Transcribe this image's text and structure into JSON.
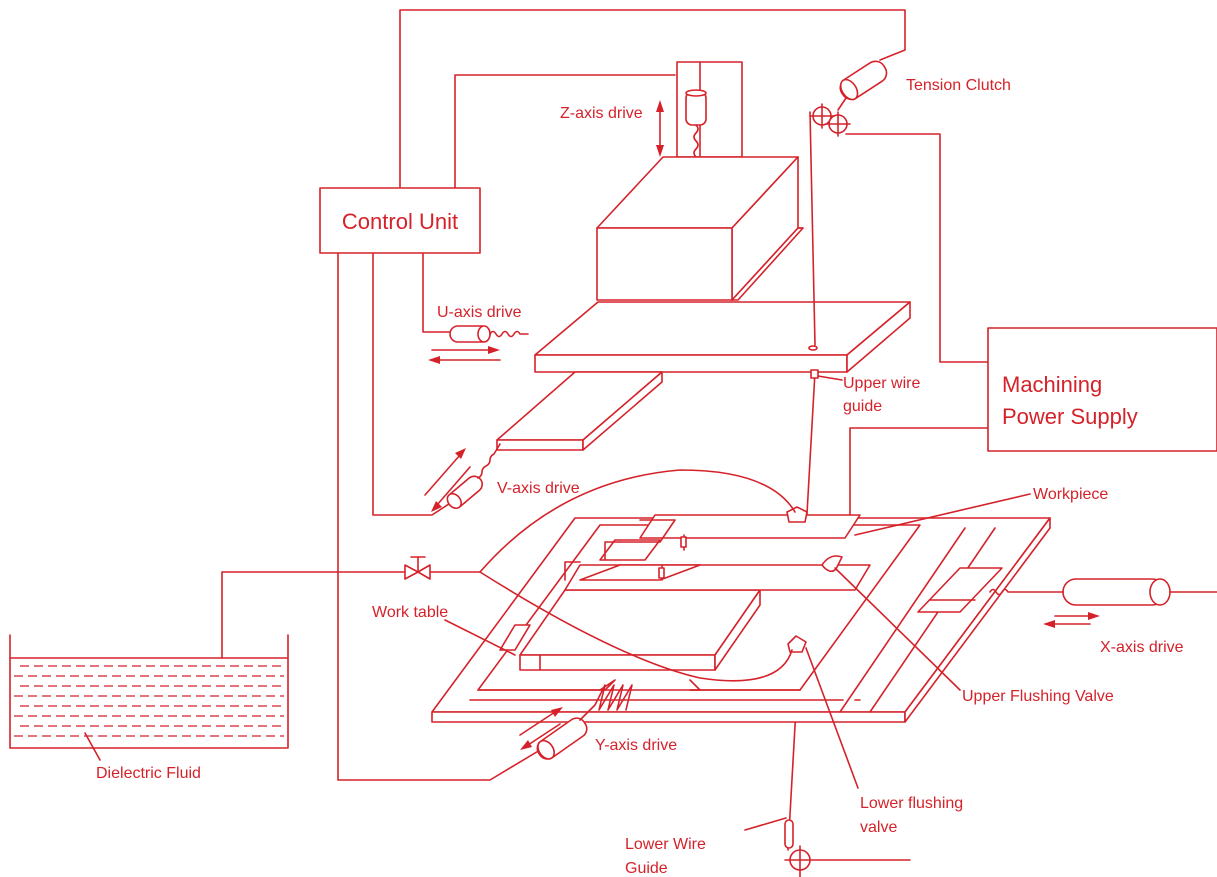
{
  "labels": {
    "tension_clutch": "Tension Clutch",
    "z_axis_drive": "Z-axis drive",
    "control_unit": "Control Unit",
    "u_axis_drive": "U-axis drive",
    "machining_power_supply_line1": "Machining",
    "machining_power_supply_line2": "Power Supply",
    "upper_wire_guide_line1": "Upper wire",
    "upper_wire_guide_line2": "guide",
    "v_axis_drive": "V-axis drive",
    "workpiece": "Workpiece",
    "work_table": "Work table",
    "x_axis_drive": "X-axis drive",
    "upper_flushing_valve": "Upper Flushing Valve",
    "y_axis_drive": "Y-axis drive",
    "dielectric_fluid": "Dielectric Fluid",
    "lower_flushing_valve_line1": "Lower flushing",
    "lower_flushing_valve_line2": "valve",
    "lower_wire_guide_line1": "Lower Wire",
    "lower_wire_guide_line2": "Guide"
  },
  "colors": {
    "line": "#d5222a",
    "background": "#ffffff"
  }
}
